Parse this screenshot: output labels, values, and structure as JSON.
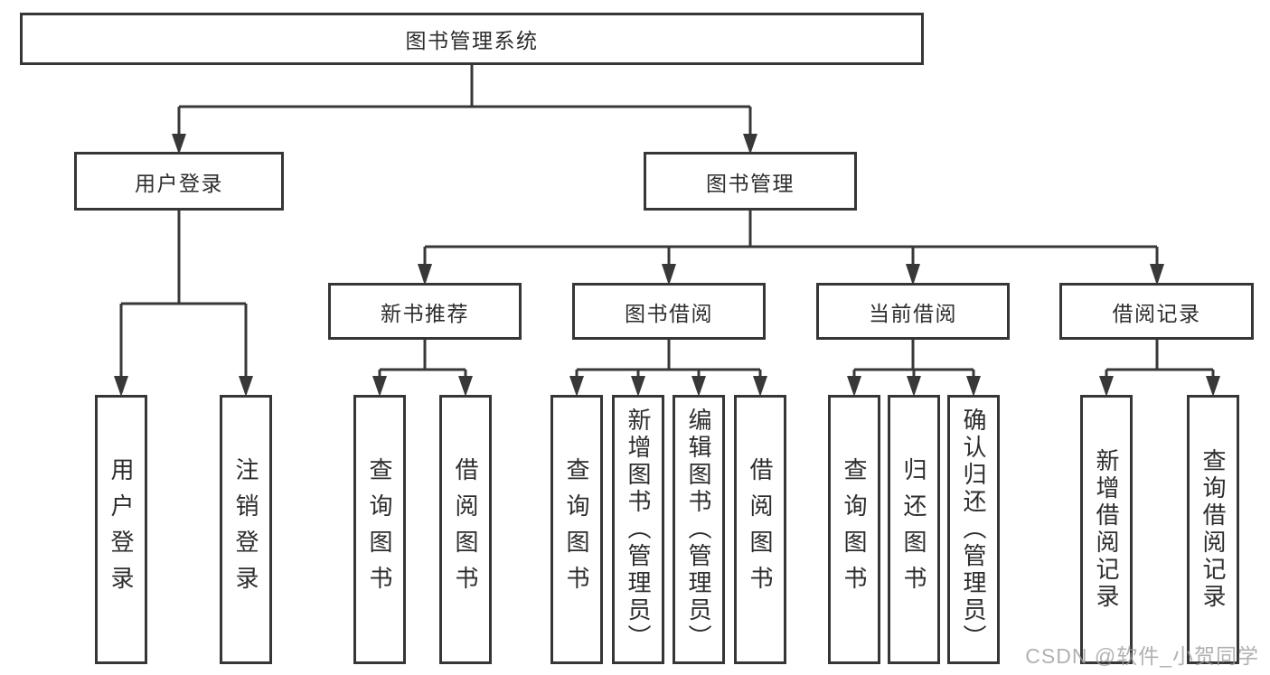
{
  "colors": {
    "background": "#ffffff",
    "box_border": "#363636",
    "connector_line": "#383838",
    "text": "#2d2d2d",
    "watermark_text": "#9e9e9e"
  },
  "diagram": {
    "root": {
      "label": "图书管理系统"
    },
    "level2": [
      {
        "label": "用户登录",
        "parent": "图书管理系统"
      },
      {
        "label": "图书管理",
        "parent": "图书管理系统"
      }
    ],
    "level3": [
      {
        "label": "新书推荐",
        "parent": "图书管理"
      },
      {
        "label": "图书借阅",
        "parent": "图书管理"
      },
      {
        "label": "当前借阅",
        "parent": "图书管理"
      },
      {
        "label": "借阅记录",
        "parent": "图书管理"
      }
    ],
    "leaves": [
      {
        "label": "用户登录",
        "parent": "用户登录"
      },
      {
        "label": "注销登录",
        "parent": "用户登录"
      },
      {
        "label": "查询图书",
        "parent": "新书推荐"
      },
      {
        "label": "借阅图书",
        "parent": "新书推荐"
      },
      {
        "label": "查询图书",
        "parent": "图书借阅"
      },
      {
        "label": "新增图书（管理员）",
        "parent": "图书借阅"
      },
      {
        "label": "编辑图书（管理员）",
        "parent": "图书借阅"
      },
      {
        "label": "借阅图书",
        "parent": "图书借阅"
      },
      {
        "label": "查询图书",
        "parent": "当前借阅"
      },
      {
        "label": "归还图书",
        "parent": "当前借阅"
      },
      {
        "label": "确认归还（管理员）",
        "parent": "当前借阅"
      },
      {
        "label": "新增借阅记录",
        "parent": "借阅记录"
      },
      {
        "label": "查询借阅记录",
        "parent": "借阅记录"
      }
    ]
  },
  "watermark": {
    "text": "CSDN @软件_小贺同学"
  }
}
